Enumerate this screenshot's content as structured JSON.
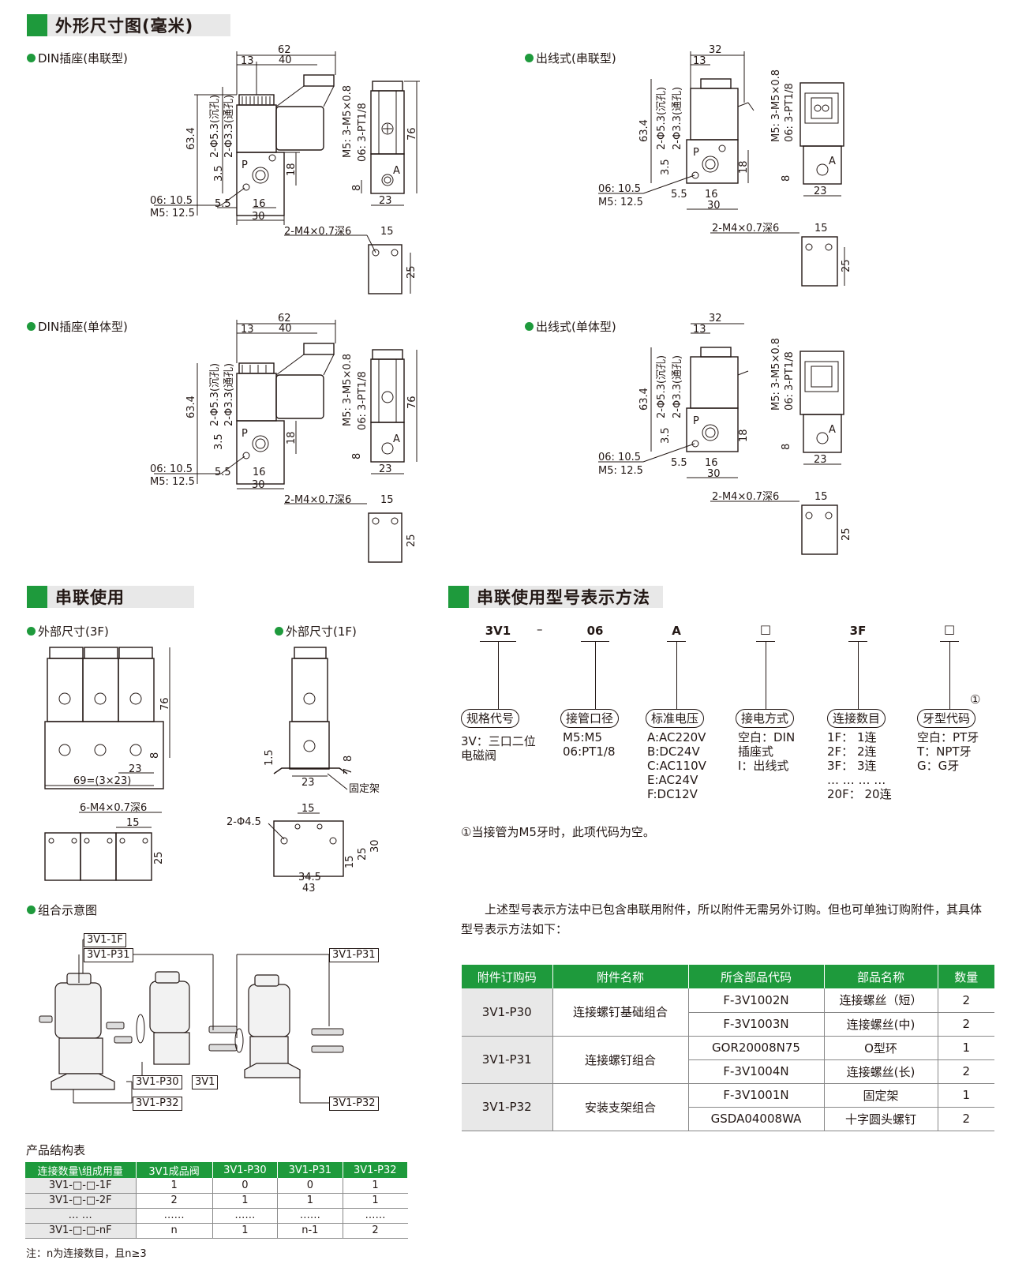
{
  "sections": {
    "dimensions": "外形尺寸图(毫米)",
    "series_use": "串联使用",
    "model_code": "串联使用型号表示方法"
  },
  "subtitles": {
    "din_series": "DIN插座(串联型)",
    "wire_series": "出线式(串联型)",
    "din_single": "DIN插座(单体型)",
    "wire_single": "出线式(单体型)",
    "ext_3f": "外部尺寸(3F)",
    "ext_1f": "外部尺寸(1F)",
    "combo": "组合示意图"
  },
  "dims": {
    "d62": "62",
    "d40": "40",
    "d13": "13",
    "d32": "32",
    "d634": "63.4",
    "d76": "76",
    "d18": "18",
    "d35": "3.5",
    "d55": "5.5",
    "d16": "16",
    "d30": "30",
    "d23": "23",
    "d8": "8",
    "d15": "15",
    "d25": "25",
    "hole1": "2-Φ5.3(沉孔)",
    "hole2": "2-Φ3.3(通孔)",
    "port1": "M5: 3-M5×0.8",
    "port2": "06: 3-PT1/8",
    "p06": "06: 10.5",
    "pm5": "M5: 12.5",
    "m4": "2-M4×0.7深6",
    "P": "P",
    "A": "A",
    "m4x6": "6-M4×0.7深6",
    "d69": "69=(3×23)",
    "d15b": "1.5",
    "d7": "7",
    "bracket": "固定架",
    "phi45": "2-Φ4.5",
    "d345": "34.5",
    "d43": "43"
  },
  "combo_labels": [
    "3V1-1F",
    "3V1-P31",
    "3V1-P31",
    "3V1-P30",
    "3V1",
    "3V1-P32",
    "3V1-P32"
  ],
  "model": {
    "parts": [
      {
        "code": "3V1",
        "box": "规格代号",
        "desc": "3V：三口二位\n电磁阀"
      },
      {
        "code": "06",
        "box": "接管口径",
        "desc": "M5:M5\n06:PT1/8"
      },
      {
        "code": "A",
        "box": "标准电压",
        "desc": "A:AC220V\nB:DC24V\nC:AC110V\nE:AC24V\nF:DC12V"
      },
      {
        "code": "□",
        "box": "接电方式",
        "desc": "空白：DIN\n插座式\nI：出线式"
      },
      {
        "code": "3F",
        "box": "连接数目",
        "desc": "1F： 1连\n2F： 2连\n3F： 3连\n… … … …\n20F： 20连"
      },
      {
        "code": "□",
        "box": "牙型代码",
        "desc": "空白：PT牙\nT：NPT牙\nG：G牙"
      }
    ],
    "dash": "–",
    "circle_mark": "①",
    "note": "①当接管为M5牙时，此项代码为空。",
    "paragraph": "上述型号表示方法中已包含串联用附件，所以附件无需另外订购。但也可单独订购附件，其具体型号表示方法如下："
  },
  "accessory_table": {
    "headers": [
      "附件订购码",
      "附件名称",
      "所含部品代码",
      "部品名称",
      "数量"
    ],
    "groups": [
      {
        "code": "3V1-P30",
        "name": "连接螺钉基础组合",
        "rows": [
          [
            "F-3V1002N",
            "连接螺丝（短）",
            "2"
          ],
          [
            "F-3V1003N",
            "连接螺丝(中)",
            "2"
          ]
        ]
      },
      {
        "code": "3V1-P31",
        "name": "连接螺钉组合",
        "rows": [
          [
            "GOR20008N75",
            "O型环",
            "1"
          ],
          [
            "F-3V1004N",
            "连接螺丝(长)",
            "2"
          ]
        ]
      },
      {
        "code": "3V1-P32",
        "name": "安装支架组合",
        "rows": [
          [
            "F-3V1001N",
            "固定架",
            "1"
          ],
          [
            "GSDA04008WA",
            "十字圆头螺钉",
            "2"
          ]
        ]
      }
    ]
  },
  "product_table": {
    "title": "产品结构表",
    "headers": [
      "连接数量\\组成用量",
      "3V1成品阀",
      "3V1-P30",
      "3V1-P31",
      "3V1-P32"
    ],
    "rows": [
      [
        "3V1-□-□-1F",
        "1",
        "0",
        "0",
        "1"
      ],
      [
        "3V1-□-□-2F",
        "2",
        "1",
        "1",
        "1"
      ],
      [
        "… …",
        "……",
        "……",
        "……",
        "……"
      ],
      [
        "3V1-□-□-nF",
        "n",
        "1",
        "n-1",
        "2"
      ]
    ],
    "note": "注：n为连接数目，且n≥3"
  },
  "colors": {
    "accent": "#1e9a3c",
    "band": "#e8e8e8"
  }
}
